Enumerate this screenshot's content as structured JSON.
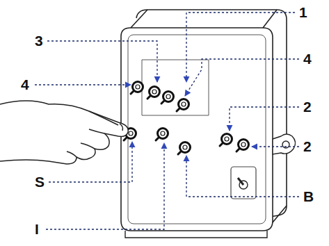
{
  "diagram": {
    "labels": [
      "1",
      "3",
      "4",
      "4",
      "2",
      "2",
      "S",
      "B",
      "I"
    ]
  }
}
